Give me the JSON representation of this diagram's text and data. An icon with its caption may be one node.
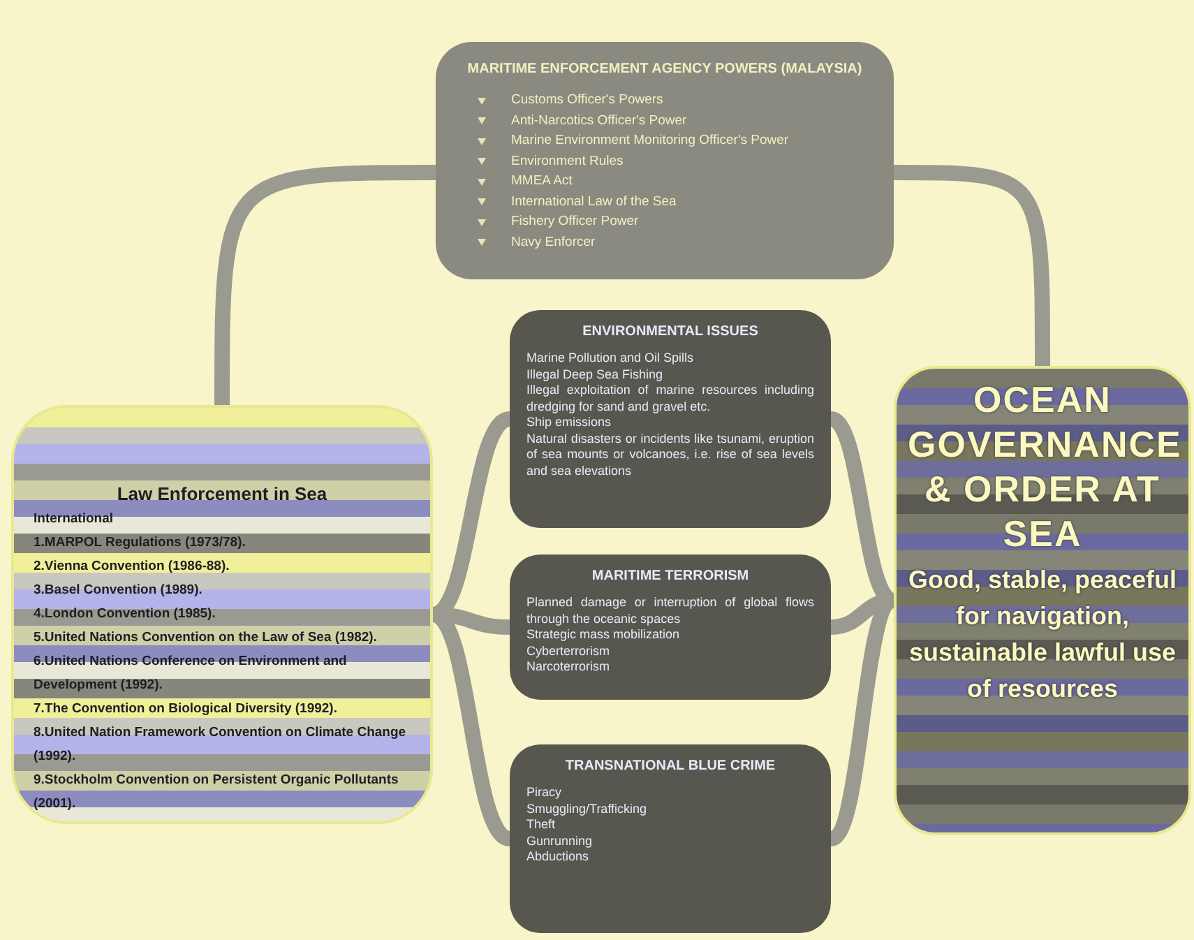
{
  "diagram": {
    "nodes": [
      {
        "text": [
          "MARITIME ENFORCEMENT AGENCY POWERS (MALAYSIA)",
          "Customs Officer's Powers",
          "Anti-Narcotics Officer's Power",
          "Marine Environment Monitoring Officer's Power",
          "Environment Rules",
          "MMEA Act",
          "International Law of the Sea",
          "Fishery Officer Power",
          "Navy Enforcer"
        ]
      },
      {
        "text": [
          "Law Enforcement in Sea",
          "International",
          "1.MARPOL Regulations (1973/78).",
          "2.Vienna Convention (1986-88).",
          "3.Basel Convention (1989).",
          "4.London Convention (1985).",
          "5.United Nations Convention on the Law of Sea (1982).",
          "6.United Nations Conference on Environment and Development (1992).",
          "7.The Convention on Biological Diversity (1992).",
          "8.United Nation Framework Convention on Climate Change (1992).",
          "9.Stockholm Convention on Persistent Organic Pollutants (2001)."
        ]
      },
      {
        "text": [
          "ENVIRONMENTAL ISSUES",
          "Marine Pollution and Oil Spills",
          "Illegal Deep Sea Fishing",
          "Illegal exploitation of marine resources including dredging for sand and gravel etc.",
          "Ship emissions",
          "Natural disasters or incidents like tsunami, eruption of sea mounts or volcanoes, i.e. rise of sea levels and sea elevations"
        ]
      },
      {
        "text": [
          "MARITIME TERRORISM",
          "Planned damage or interruption of global flows through the oceanic spaces",
          "Strategic mass mobilization",
          "Cyberterrorism",
          "Narcoterrorism"
        ]
      },
      {
        "text": [
          "TRANSNATIONAL BLUE CRIME",
          "Piracy",
          "Smuggling/Trafficking",
          "Theft",
          "Gunrunning",
          "Abductions"
        ]
      },
      {
        "text": [
          "OCEAN GOVERNANCE & ORDER AT SEA",
          "Good, stable, peaceful for navigation, sustainable lawful use of resources"
        ]
      }
    ],
    "edges": [
      {
        "from": 0,
        "to": 1,
        "arrow": "none"
      },
      {
        "from": 0,
        "to": 5,
        "arrow": "none"
      },
      {
        "from": 1,
        "to": 2,
        "arrow": "none"
      },
      {
        "from": 1,
        "to": 3,
        "arrow": "none"
      },
      {
        "from": 1,
        "to": 4,
        "arrow": "none"
      },
      {
        "from": 2,
        "to": 5,
        "arrow": "none"
      },
      {
        "from": 3,
        "to": 5,
        "arrow": "none"
      },
      {
        "from": 4,
        "to": 5,
        "arrow": "none"
      }
    ]
  }
}
